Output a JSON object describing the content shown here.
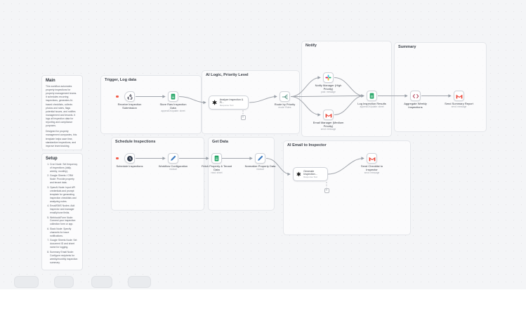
{
  "canvas": {
    "notes": {
      "main": {
        "title": "Main",
        "paragraphs": [
          "This workflow automates property inspections for property management teams. It schedules recurring inspections, generates AI-based checklists, collects photos and notes, flags potential issues, and notifies management and tenants. It logs all inspection data for reporting and compliance purposes.",
          "Designed for property management companies, this template helps save time, standardize inspections, and improve team tracking."
        ]
      },
      "setup": {
        "title": "Setup",
        "items": [
          "Cron Node: Set frequency of inspections (daily, weekly, monthly).",
          "Google Sheets / CRM Node: Provide property and tenant data.",
          "OpenAI Node: Input API credentials and prompt template for generating inspection checklists and analyzing notes.",
          "Email/SMS Nodes: Add inspector and manager email/phone fields.",
          "Webhook/Form Node: Connect your inspection collection form or app.",
          "Slack Node: Specify channels for issue notifications.",
          "Google Sheets Node: Set document ID and sheet name for logging.",
          "Summary Email Node: Configure recipients for weekly/monthly inspection summary."
        ]
      }
    },
    "groups": [
      {
        "title": "Trigger, Log data"
      },
      {
        "title": "AI Logic, Priority Level"
      },
      {
        "title": "Notify"
      },
      {
        "title": "Summary"
      },
      {
        "title": "Schedule Inspections"
      },
      {
        "title": "Get Data"
      },
      {
        "title": "AI Email to Inspector"
      }
    ],
    "nodes": [
      {
        "id": "receive",
        "label": "Receive Inspection Submission",
        "subtitle": "",
        "icon": "webhook-icon"
      },
      {
        "id": "store",
        "label": "Store Raw Inspection Data",
        "subtitle": "appendOrUpdate: sheet",
        "icon": "google-sheets-icon"
      },
      {
        "id": "analyze",
        "label": "Analyze Inspection & Fl...",
        "subtitle": "Response Text",
        "icon": "openai-icon"
      },
      {
        "id": "route",
        "label": "Route by Priority",
        "subtitle": "mode: Rules",
        "icon": "switch-icon"
      },
      {
        "id": "notify-manager",
        "label": "Notify Manager (High Priority)",
        "subtitle": "post: message",
        "icon": "slack-icon"
      },
      {
        "id": "log-results",
        "label": "Log Inspection Results",
        "subtitle": "appendOrUpdate: sheet",
        "icon": "google-sheets-icon"
      },
      {
        "id": "email-manager",
        "label": "Email Manager (Medium Priority)",
        "subtitle": "send: message",
        "icon": "gmail-icon"
      },
      {
        "id": "aggregate",
        "label": "Aggregate Weekly Inspections",
        "subtitle": "",
        "icon": "code-icon"
      },
      {
        "id": "send-summary",
        "label": "Send Summary Report",
        "subtitle": "send: message",
        "icon": "gmail-icon"
      },
      {
        "id": "schedule",
        "label": "Schedule Inspections",
        "subtitle": "",
        "icon": "clock-icon"
      },
      {
        "id": "workflow-config",
        "label": "Workflow Configuration",
        "subtitle": "manual",
        "icon": "pencil-icon"
      },
      {
        "id": "fetch",
        "label": "Fetch Property & Tenant Data",
        "subtitle": "read: sheet",
        "icon": "google-sheets-icon"
      },
      {
        "id": "normalize",
        "label": "Normalize Property Data",
        "subtitle": "manual",
        "icon": "pencil-icon"
      },
      {
        "id": "generate",
        "label": "Generate Inspection...",
        "subtitle": "Response Text",
        "icon": "openai-icon"
      },
      {
        "id": "send-checklist",
        "label": "Send Checklist to Inspector",
        "subtitle": "send: message",
        "icon": "gmail-icon"
      }
    ],
    "icons": {
      "plus": "+"
    },
    "colors": {
      "canvas_bg": "#f4f5f7",
      "edge": "#a2a6ad",
      "trigger_indicator": "#f25a47",
      "sheets_green": "#21A464",
      "gmail_red": "#EA4335",
      "slack_blue": "#36C5F0",
      "slack_green": "#2EB67D",
      "slack_yellow": "#ECB22E",
      "slack_pink": "#E01E5A",
      "openai_black": "#191919",
      "pencil_blue": "#3E7BC0",
      "code_red": "#B5475C"
    }
  }
}
